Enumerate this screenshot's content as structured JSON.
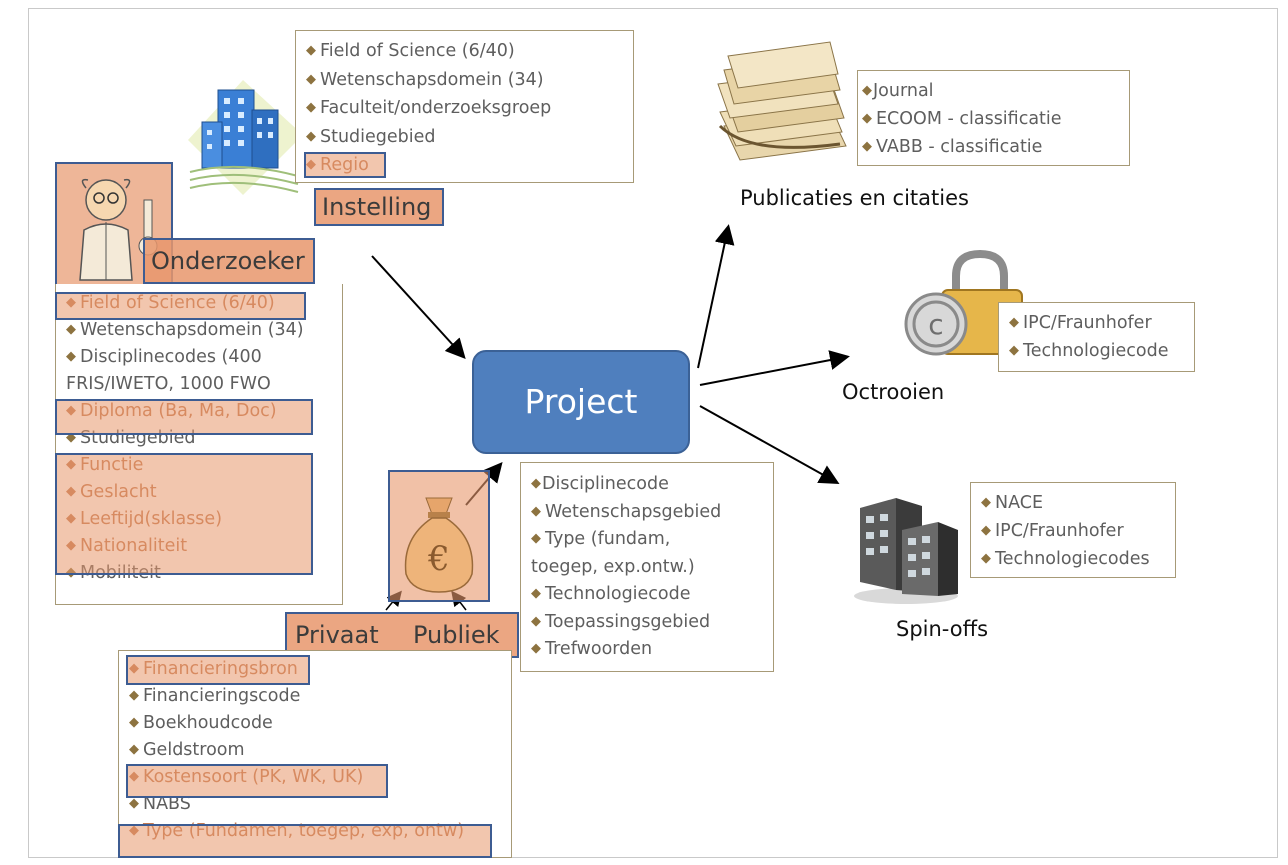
{
  "project": {
    "label": "Project"
  },
  "instelling": {
    "label": "Instelling",
    "items": [
      {
        "text": "Field of Science (6/40)",
        "highlighted": false
      },
      {
        "text": "Wetenschapsdomein (34)",
        "highlighted": false
      },
      {
        "text": "Faculteit/onderzoeksgroep",
        "highlighted": false
      },
      {
        "text": "Studiegebied",
        "highlighted": false
      },
      {
        "text": "Regio",
        "highlighted": true
      }
    ]
  },
  "onderzoeker": {
    "label": "Onderzoeker",
    "items": [
      {
        "text": "Field of Science (6/40)",
        "highlighted": true
      },
      {
        "text": "Wetenschapsdomein (34)",
        "highlighted": false
      },
      {
        "text": "Disciplinecodes (400",
        "highlighted": false
      },
      {
        "text": "FRIS/IWETO, 1000 FWO",
        "highlighted": false,
        "continuation": true
      },
      {
        "text": "Diploma (Ba, Ma, Doc)",
        "highlighted": true
      },
      {
        "text": "Studiegebied",
        "highlighted": false
      },
      {
        "text": "Functie",
        "highlighted": true
      },
      {
        "text": "Geslacht",
        "highlighted": true
      },
      {
        "text": "Leeftijd(sklasse)",
        "highlighted": true
      },
      {
        "text": "Nationaliteit",
        "highlighted": true
      },
      {
        "text": "Mobiliteit",
        "highlighted": false
      }
    ]
  },
  "financiering": {
    "labels": [
      "Privaat",
      "Publiek"
    ],
    "items": [
      {
        "text": "Financieringsbron",
        "highlighted": true
      },
      {
        "text": "Financieringscode",
        "highlighted": false
      },
      {
        "text": "Boekhoudcode",
        "highlighted": false
      },
      {
        "text": "Geldstroom",
        "highlighted": false
      },
      {
        "text": "Kostensoort (PK, WK, UK)",
        "highlighted": true
      },
      {
        "text": "NABS",
        "highlighted": false
      },
      {
        "text": "Type (Fundamen, toegep, exp, ontw)",
        "highlighted": true
      }
    ]
  },
  "project_attributes": {
    "items": [
      {
        "text": "Disciplinecode",
        "tight": true
      },
      {
        "text": "Wetenschapsgebied"
      },
      {
        "text": "Type (fundam,"
      },
      {
        "text": "toegep, exp.ontw.)",
        "continuation": true
      },
      {
        "text": "Technologiecode"
      },
      {
        "text": "Toepassingsgebied"
      },
      {
        "text": "Trefwoorden"
      }
    ]
  },
  "publicaties": {
    "caption": "Publicaties en citaties",
    "items": [
      {
        "text": "Journal",
        "tight": true
      },
      {
        "text": "ECOOM - classificatie"
      },
      {
        "text": "VABB - classificatie"
      }
    ]
  },
  "octrooien": {
    "caption": "Octrooien",
    "items": [
      {
        "text": "IPC/Fraunhofer"
      },
      {
        "text": "Technologiecode"
      }
    ]
  },
  "spinoffs": {
    "caption": "Spin-offs",
    "items": [
      {
        "text": "NACE"
      },
      {
        "text": "IPC/Fraunhofer"
      },
      {
        "text": "Technologiecodes"
      }
    ]
  },
  "icons": {
    "building": "office-building-icon",
    "researcher": "scientist-icon",
    "money": "euro-money-bag-icon",
    "papers": "paper-stack-icon",
    "copyright": "copyright-padlock-icon",
    "companies": "company-buildings-icon"
  },
  "colors": {
    "project_fill": "#4f7fbe",
    "highlight_fill": "#e7976c",
    "highlight_border": "#3d5c92",
    "box_border": "#a79a77"
  }
}
